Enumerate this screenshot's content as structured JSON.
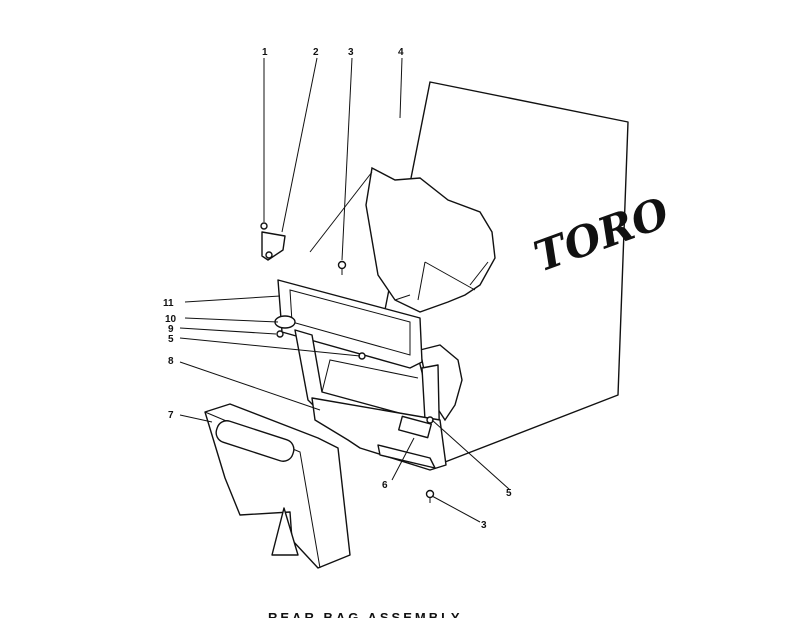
{
  "diagram": {
    "brand_text": "TORO",
    "callouts": [
      {
        "id": "c1",
        "text": "1"
      },
      {
        "id": "c2",
        "text": "2"
      },
      {
        "id": "c3a",
        "text": "3"
      },
      {
        "id": "c4",
        "text": "4"
      },
      {
        "id": "c11",
        "text": "11"
      },
      {
        "id": "c10",
        "text": "10"
      },
      {
        "id": "c9",
        "text": "9"
      },
      {
        "id": "c5a",
        "text": "5"
      },
      {
        "id": "c8",
        "text": "8"
      },
      {
        "id": "c7",
        "text": "7"
      },
      {
        "id": "c6",
        "text": "6"
      },
      {
        "id": "c5b",
        "text": "5"
      },
      {
        "id": "c3b",
        "text": "3"
      }
    ],
    "caption": "REAR BAG ASSEMBLY"
  }
}
